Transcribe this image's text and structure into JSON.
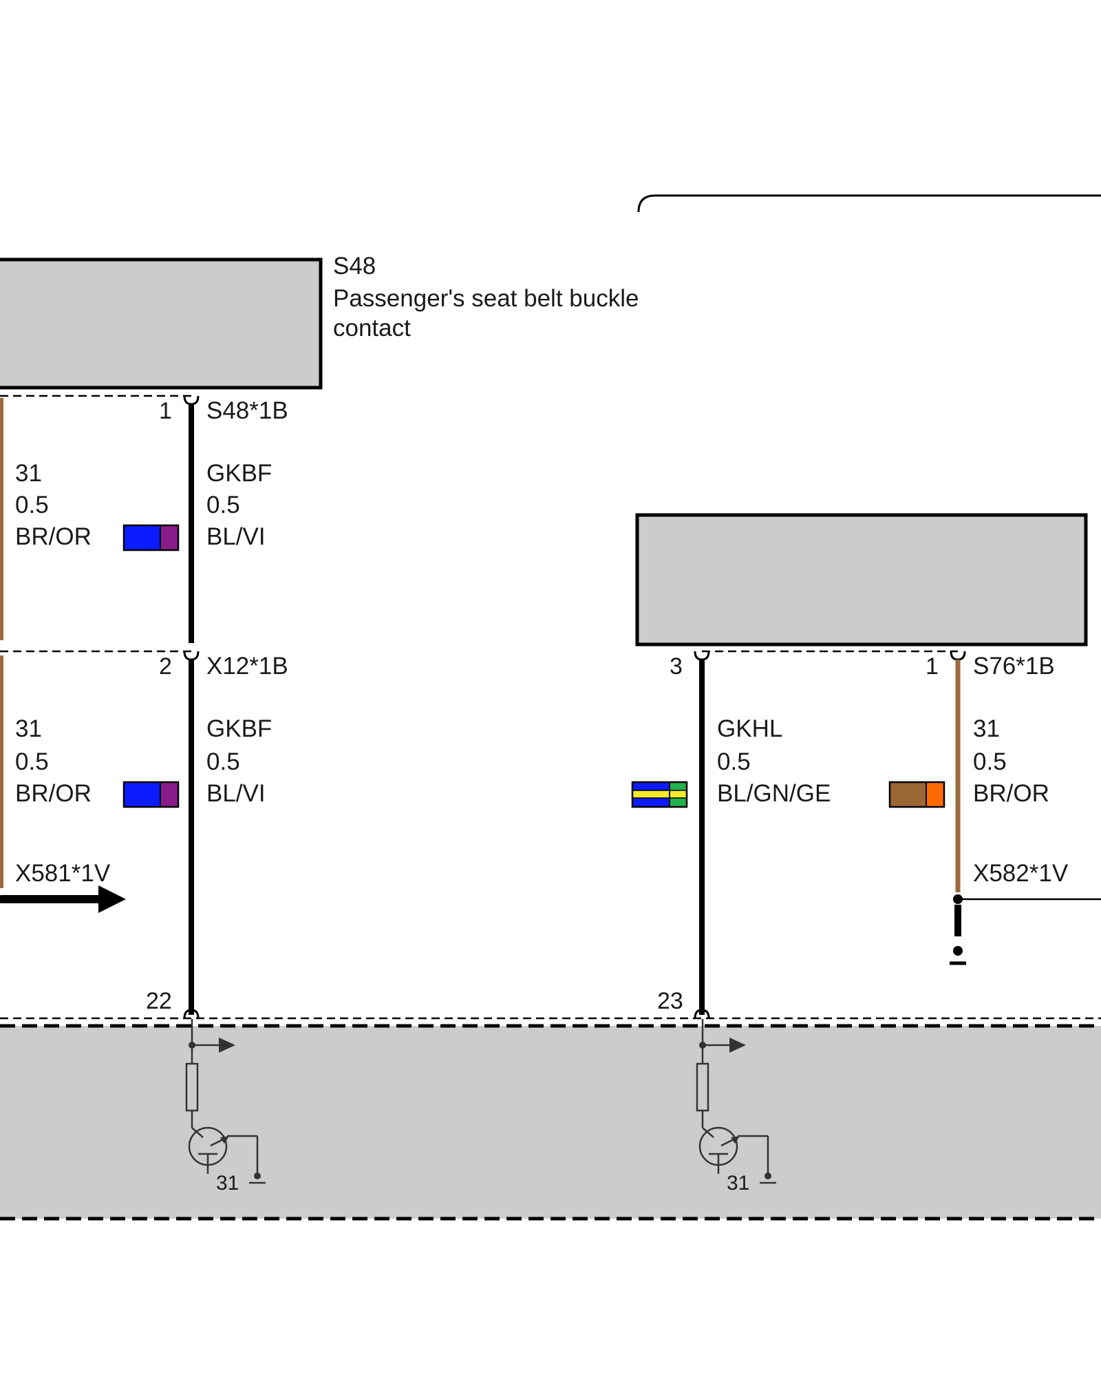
{
  "components": {
    "s48": {
      "code": "S48",
      "name_line1": "Passenger's seat belt buckle",
      "name_line2": "contact"
    }
  },
  "connectors": {
    "s48_1b": "S48*1B",
    "x12_1b": "X12*1B",
    "s76_1b": "S76*1B",
    "x581_1v": "X581*1V",
    "x582_1v": "X582*1V"
  },
  "pins": {
    "s48_pin": "1",
    "x12_pin": "2",
    "module_pin_a": "22",
    "module_pin_b": "23",
    "s76_pin_3": "3",
    "s76_pin_1": "1"
  },
  "wires": {
    "w_left_upper": {
      "signal": "31",
      "gauge": "0.5",
      "color": "BR/OR"
    },
    "w_left_lower": {
      "signal": "31",
      "gauge": "0.5",
      "color": "BR/OR"
    },
    "w_gkbf_upper": {
      "signal": "GKBF",
      "gauge": "0.5",
      "color": "BL/VI"
    },
    "w_gkbf_lower": {
      "signal": "GKBF",
      "gauge": "0.5",
      "color": "BL/VI"
    },
    "w_gkhl": {
      "signal": "GKHL",
      "gauge": "0.5",
      "color": "BL/GN/GE"
    },
    "w_right": {
      "signal": "31",
      "gauge": "0.5",
      "color": "BR/OR"
    }
  },
  "ground_labels": {
    "left": "31",
    "right": "31"
  },
  "colors": {
    "component_fill": "#cccccc",
    "wire_black": "#000000",
    "wire_brown": "#9a6a3c",
    "swatch_blue": "#0b1cff",
    "swatch_violet": "#8a1c8a",
    "swatch_green": "#22b14c",
    "swatch_yellow": "#f4ea2a",
    "swatch_brown": "#9a6634",
    "swatch_orange": "#ff6a00"
  }
}
